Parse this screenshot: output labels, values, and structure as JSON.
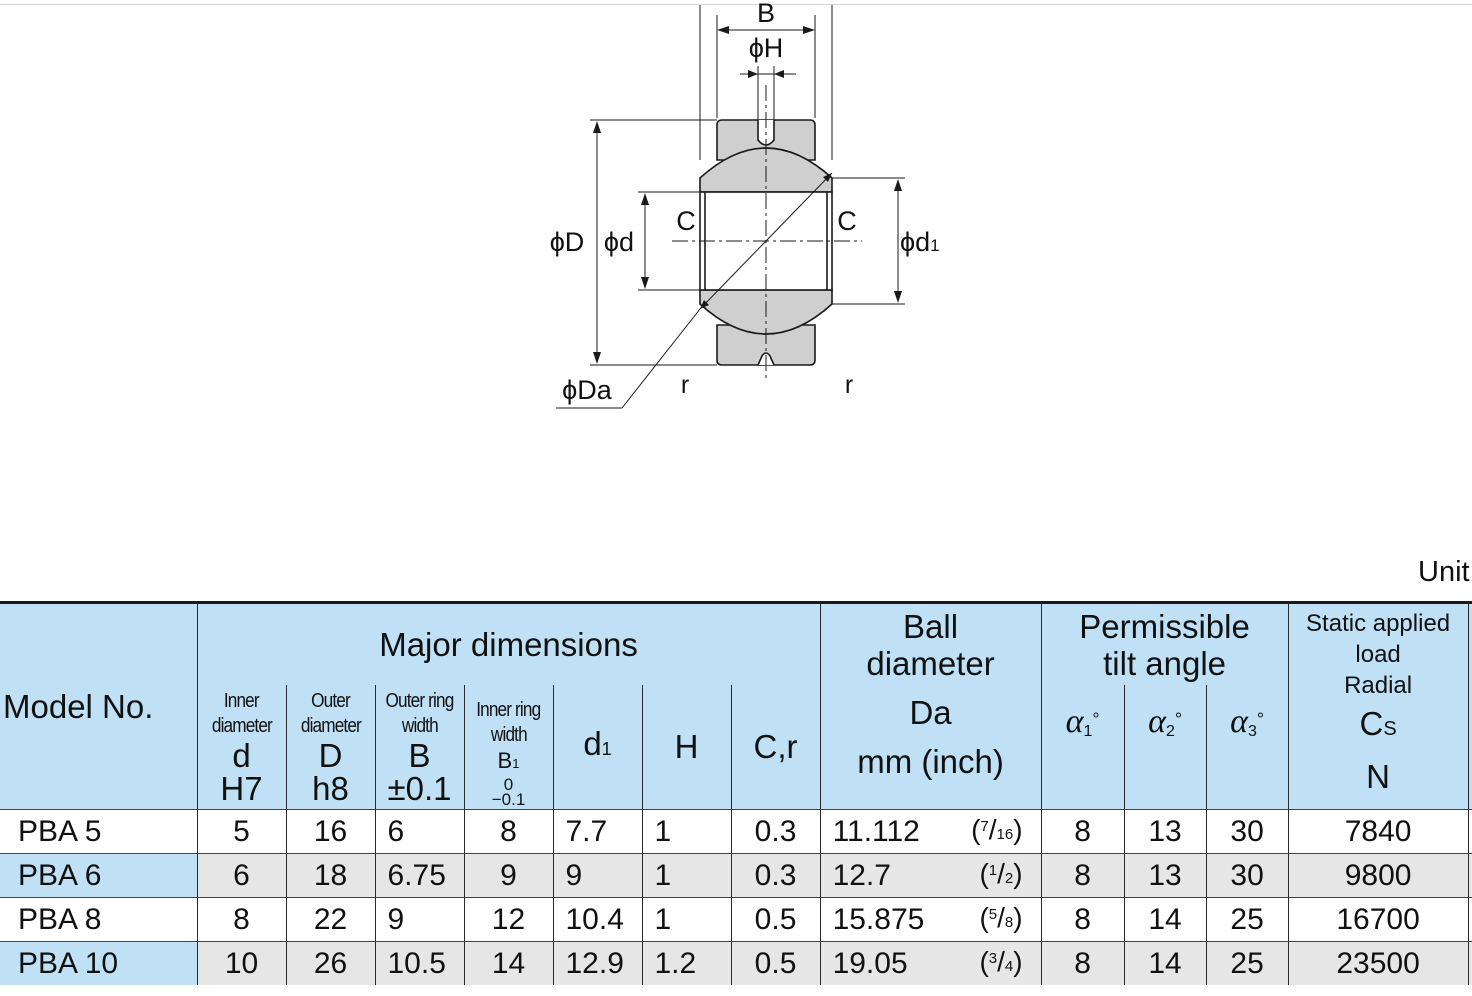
{
  "diagram": {
    "labels": {
      "B": "B",
      "phiH": "ϕH",
      "phiD": "ϕD",
      "phid": "ϕd",
      "phid1_main": "ϕd",
      "phid1_sub": "1",
      "phiDa": "ϕDa",
      "C_left": "C",
      "C_right": "C",
      "r_left": "r",
      "r_right": "r"
    },
    "colors": {
      "fill": "#cfcfcf",
      "stroke": "#1a1a1a"
    }
  },
  "unit_label": "Unit",
  "table": {
    "headers": {
      "model": "Model No.",
      "major": "Major dimensions",
      "inner_diameter": [
        "Inner",
        "diameter"
      ],
      "inner_sym": "d",
      "inner_tol": "H7",
      "outer_diameter": [
        "Outer",
        "diameter"
      ],
      "outer_sym": "D",
      "outer_tol": "h8",
      "outer_ring": [
        "Outer ring",
        "width"
      ],
      "outer_ring_sym": "B",
      "outer_ring_tol": "±0.1",
      "inner_ring": [
        "Inner ring",
        "width"
      ],
      "inner_ring_sym": "B",
      "inner_ring_sym_sub": "1",
      "inner_ring_tol_upper": "0",
      "inner_ring_tol_lower": "−0.1",
      "d1": "d",
      "d1_sub": "1",
      "H": "H",
      "Cr": "C,r",
      "ball": [
        "Ball",
        "diameter"
      ],
      "ball_sym": "Da",
      "ball_unit": "mm (inch)",
      "tilt": [
        "Permissible",
        "tilt angle"
      ],
      "alpha1": "α",
      "alpha1_sub": "1",
      "alpha2": "α",
      "alpha2_sub": "2",
      "alpha3": "α",
      "alpha3_sub": "3",
      "degree": "°",
      "static": [
        "Static applied",
        "load",
        "Radial"
      ],
      "static_sym": "C",
      "static_sym_sub": "S",
      "static_unit": "N"
    },
    "rows": [
      {
        "model": "PBA 5",
        "d": "5",
        "D": "16",
        "B": "6",
        "B1": "8",
        "d1": "7.7",
        "H": "1",
        "Cr": "0.3",
        "Da": "11.112",
        "Da_num": "7",
        "Da_den": "16",
        "a1": "8",
        "a2": "13",
        "a3": "30",
        "Cs": "7840"
      },
      {
        "model": "PBA 6",
        "d": "6",
        "D": "18",
        "B": "6.75",
        "B1": "9",
        "d1": "9",
        "H": "1",
        "Cr": "0.3",
        "Da": "12.7",
        "Da_num": "1",
        "Da_den": "2",
        "a1": "8",
        "a2": "13",
        "a3": "30",
        "Cs": "9800"
      },
      {
        "model": "PBA 8",
        "d": "8",
        "D": "22",
        "B": "9",
        "B1": "12",
        "d1": "10.4",
        "H": "1",
        "Cr": "0.5",
        "Da": "15.875",
        "Da_num": "5",
        "Da_den": "8",
        "a1": "8",
        "a2": "14",
        "a3": "25",
        "Cs": "16700"
      },
      {
        "model": "PBA 10",
        "d": "10",
        "D": "26",
        "B": "10.5",
        "B1": "14",
        "d1": "12.9",
        "H": "1.2",
        "Cr": "0.5",
        "Da": "19.05",
        "Da_num": "3",
        "Da_den": "4",
        "a1": "8",
        "a2": "14",
        "a3": "25",
        "Cs": "23500"
      }
    ]
  }
}
